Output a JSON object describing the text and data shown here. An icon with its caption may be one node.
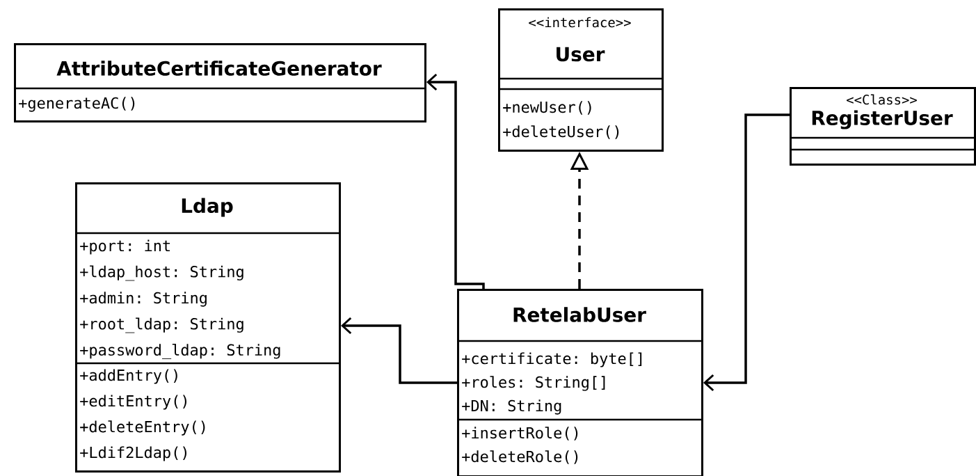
{
  "diagram": {
    "nodes": [
      {
        "text": [
          "<<interface>>",
          "User",
          "+newUser()",
          "+deleteUser()"
        ]
      },
      {
        "text": [
          "AttributeCertificateGenerator",
          "+generateAC()"
        ]
      },
      {
        "text": [
          "<<Class>>",
          "RegisterUser"
        ]
      },
      {
        "text": [
          "Ldap",
          "+port: int",
          "+ldap_host: String",
          "+admin: String",
          "+root_ldap: String",
          "+password_ldap: String",
          "+addEntry()",
          "+editEntry()",
          "+deleteEntry()",
          "+Ldif2Ldap()"
        ]
      },
      {
        "text": [
          "RetelabUser",
          "+certificate: byte[]",
          "+roles: String[]",
          "+DN: String",
          "+insertRole()",
          "+deleteRole()"
        ]
      }
    ],
    "edges": [
      {
        "from": 4,
        "to": 1,
        "arrow": "to"
      },
      {
        "from": 4,
        "to": 0,
        "arrow": "to",
        "style": "dashed"
      },
      {
        "from": 4,
        "to": 3,
        "arrow": "to"
      },
      {
        "from": 2,
        "to": 4,
        "arrow": "to"
      }
    ]
  }
}
